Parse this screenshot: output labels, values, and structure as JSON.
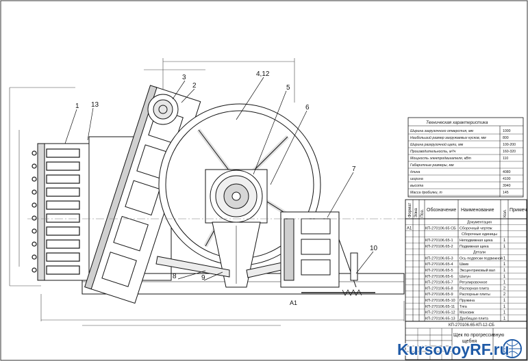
{
  "drawing": {
    "part_numbers": [
      {
        "label": "1"
      },
      {
        "label": "13"
      },
      {
        "label": "3"
      },
      {
        "label": "2"
      },
      {
        "label": "4,12"
      },
      {
        "label": "5"
      },
      {
        "label": "6"
      },
      {
        "label": "7"
      },
      {
        "label": "10"
      },
      {
        "label": "8"
      },
      {
        "label": "9"
      }
    ],
    "section_mark": "А1"
  },
  "spec_panel": {
    "title": "Техническая характеристика",
    "rows": [
      {
        "name": "Ширина загрузочного отверстия, мм",
        "value": "1000"
      },
      {
        "name": "Наибольший размер загружаемых кусков, мм",
        "value": "800"
      },
      {
        "name": "Ширина разгрузочной щели, мм",
        "value": "100-200"
      },
      {
        "name": "Производительность, м³/ч",
        "value": "160-320"
      },
      {
        "name": "Мощность электродвигателя, кВт",
        "value": "110"
      },
      {
        "name": "Габаритные размеры, мм",
        "value": ""
      },
      {
        "name": "длина",
        "value": "4080"
      },
      {
        "name": "ширина",
        "value": "4100"
      },
      {
        "name": "высота",
        "value": "3940"
      },
      {
        "name": "Масса дробилки, т",
        "value": "145"
      }
    ]
  },
  "bom": {
    "headers": {
      "format": "Формат",
      "zone": "Зона",
      "pos": "Поз.",
      "designation": "Обозначение",
      "name": "Наименование",
      "qty": "Кол.",
      "note": "Примеч."
    },
    "rows": [
      {
        "format": "",
        "designation": "",
        "name": "Документация",
        "qty": ""
      },
      {
        "format": "А1",
        "designation": "КП-270106.65 СБ",
        "name": "Сборочный чертеж",
        "qty": ""
      },
      {
        "format": "",
        "designation": "",
        "name": "Сборочные единицы",
        "qty": ""
      },
      {
        "format": "",
        "designation": "КП-270106.65-1",
        "name": "Неподвижная щека",
        "qty": "1"
      },
      {
        "format": "",
        "designation": "КП-270106.65-2",
        "name": "Подвижная щека",
        "qty": "1"
      },
      {
        "format": "",
        "designation": "",
        "name": "Детали",
        "qty": ""
      },
      {
        "format": "",
        "designation": "КП-270106.65-3",
        "name": "Ось подвески подвижной",
        "qty": "1"
      },
      {
        "format": "",
        "designation": "КП-270106.65-4",
        "name": "Шкив",
        "qty": "1"
      },
      {
        "format": "",
        "designation": "КП-270106.65-5",
        "name": "Эксцентриковый вал",
        "qty": "1"
      },
      {
        "format": "",
        "designation": "КП-270106.65-6",
        "name": "Шатун",
        "qty": "1"
      },
      {
        "format": "",
        "designation": "КП-270106.65-7",
        "name": "Регулировочное",
        "qty": "1"
      },
      {
        "format": "",
        "designation": "КП-270106.65-8",
        "name": "Распорная плита",
        "qty": "2"
      },
      {
        "format": "",
        "designation": "КП-270106.65-9",
        "name": "Распорные плиты",
        "qty": "2"
      },
      {
        "format": "",
        "designation": "КП-270106.65-10",
        "name": "Пружина",
        "qty": "1"
      },
      {
        "format": "",
        "designation": "КП-270106.65-11",
        "name": "Тяга",
        "qty": "1"
      },
      {
        "format": "",
        "designation": "КП-270106.65-12",
        "name": "Маховик",
        "qty": "1"
      },
      {
        "format": "",
        "designation": "КП-270106.65-13",
        "name": "Дробящая плита",
        "qty": "1"
      }
    ]
  },
  "title_block": {
    "code": "КП-270106.65-КП-12-СБ",
    "title_line1": "Щек по прогрессивную",
    "title_line2": "щебня"
  },
  "watermark": {
    "text": "KursovoyRF.ru"
  }
}
